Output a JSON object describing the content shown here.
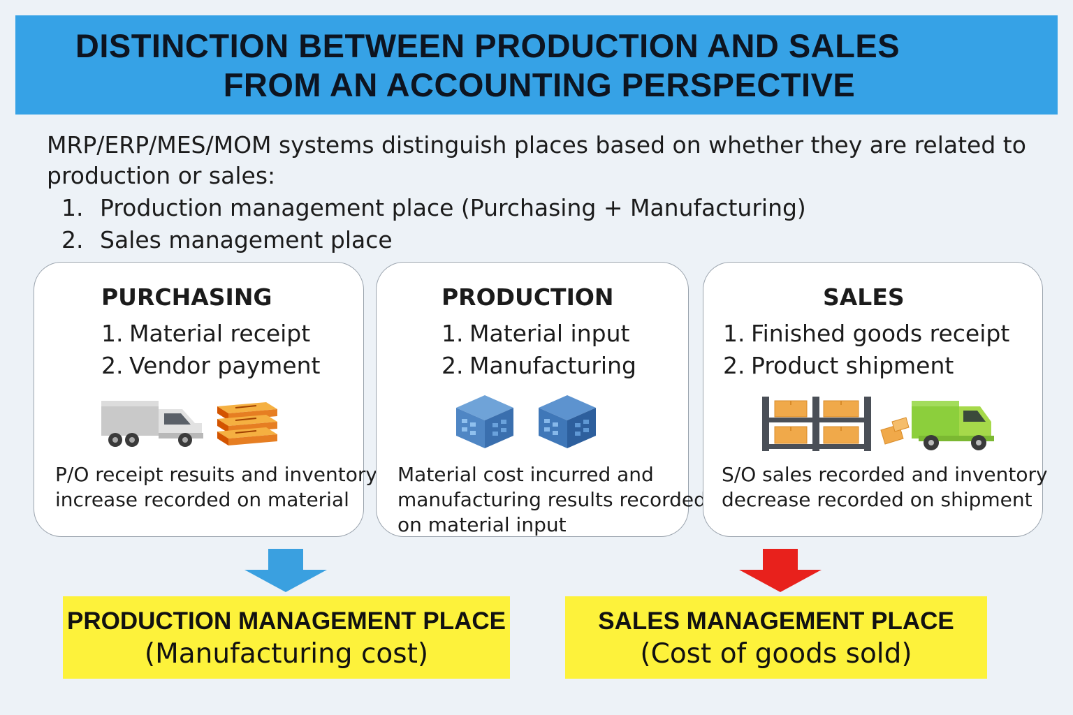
{
  "title": {
    "line1": "DISTINCTION BETWEEN PRODUCTION AND SALES",
    "line2": "FROM AN ACCOUNTING PERSPECTIVE"
  },
  "intro": {
    "text": "MRP/ERP/MES/MOM systems distinguish places based on whether they are related to production or sales:",
    "items": [
      {
        "num": "1.",
        "label": "Production management place (Purchasing + Manufacturing)"
      },
      {
        "num": "2.",
        "label": "Sales management place"
      }
    ]
  },
  "cards": [
    {
      "title": "PURCHASING",
      "items": [
        {
          "num": "1.",
          "label": "Material receipt"
        },
        {
          "num": "2.",
          "label": "Vendor payment"
        }
      ],
      "desc_lines": [
        "P/O receipt resuits and inventory",
        "increase recorded on material"
      ],
      "icons": [
        "delivery-truck-icon",
        "lumber-stack-icon"
      ]
    },
    {
      "title": "PRODUCTION",
      "items": [
        {
          "num": "1.",
          "label": "Material input"
        },
        {
          "num": "2.",
          "label": "Manufacturing"
        }
      ],
      "desc_lines": [
        "Material cost incurred and",
        "manufacturing results recorded",
        "on material input"
      ],
      "icons": [
        "factory-building-icon",
        "factory-building-icon"
      ]
    },
    {
      "title": "SALES",
      "items": [
        {
          "num": "1.",
          "label": "Finished goods receipt"
        },
        {
          "num": "2.",
          "label": "Product shipment"
        }
      ],
      "desc_lines": [
        "S/O sales recorded and inventory",
        "decrease recorded on shipment"
      ],
      "icons": [
        "warehouse-shelf-icon",
        "shipping-truck-icon"
      ]
    }
  ],
  "results": [
    {
      "title": "PRODUCTION MANAGEMENT PLACE",
      "sub": "(Manufacturing cost)"
    },
    {
      "title": "SALES MANAGEMENT PLACE",
      "sub": "(Cost of goods sold)"
    }
  ],
  "colors": {
    "banner": "#36a2e6",
    "result_box": "#fdf23b",
    "arrow_production": "#3aa0e0",
    "arrow_sales": "#e8211c"
  }
}
